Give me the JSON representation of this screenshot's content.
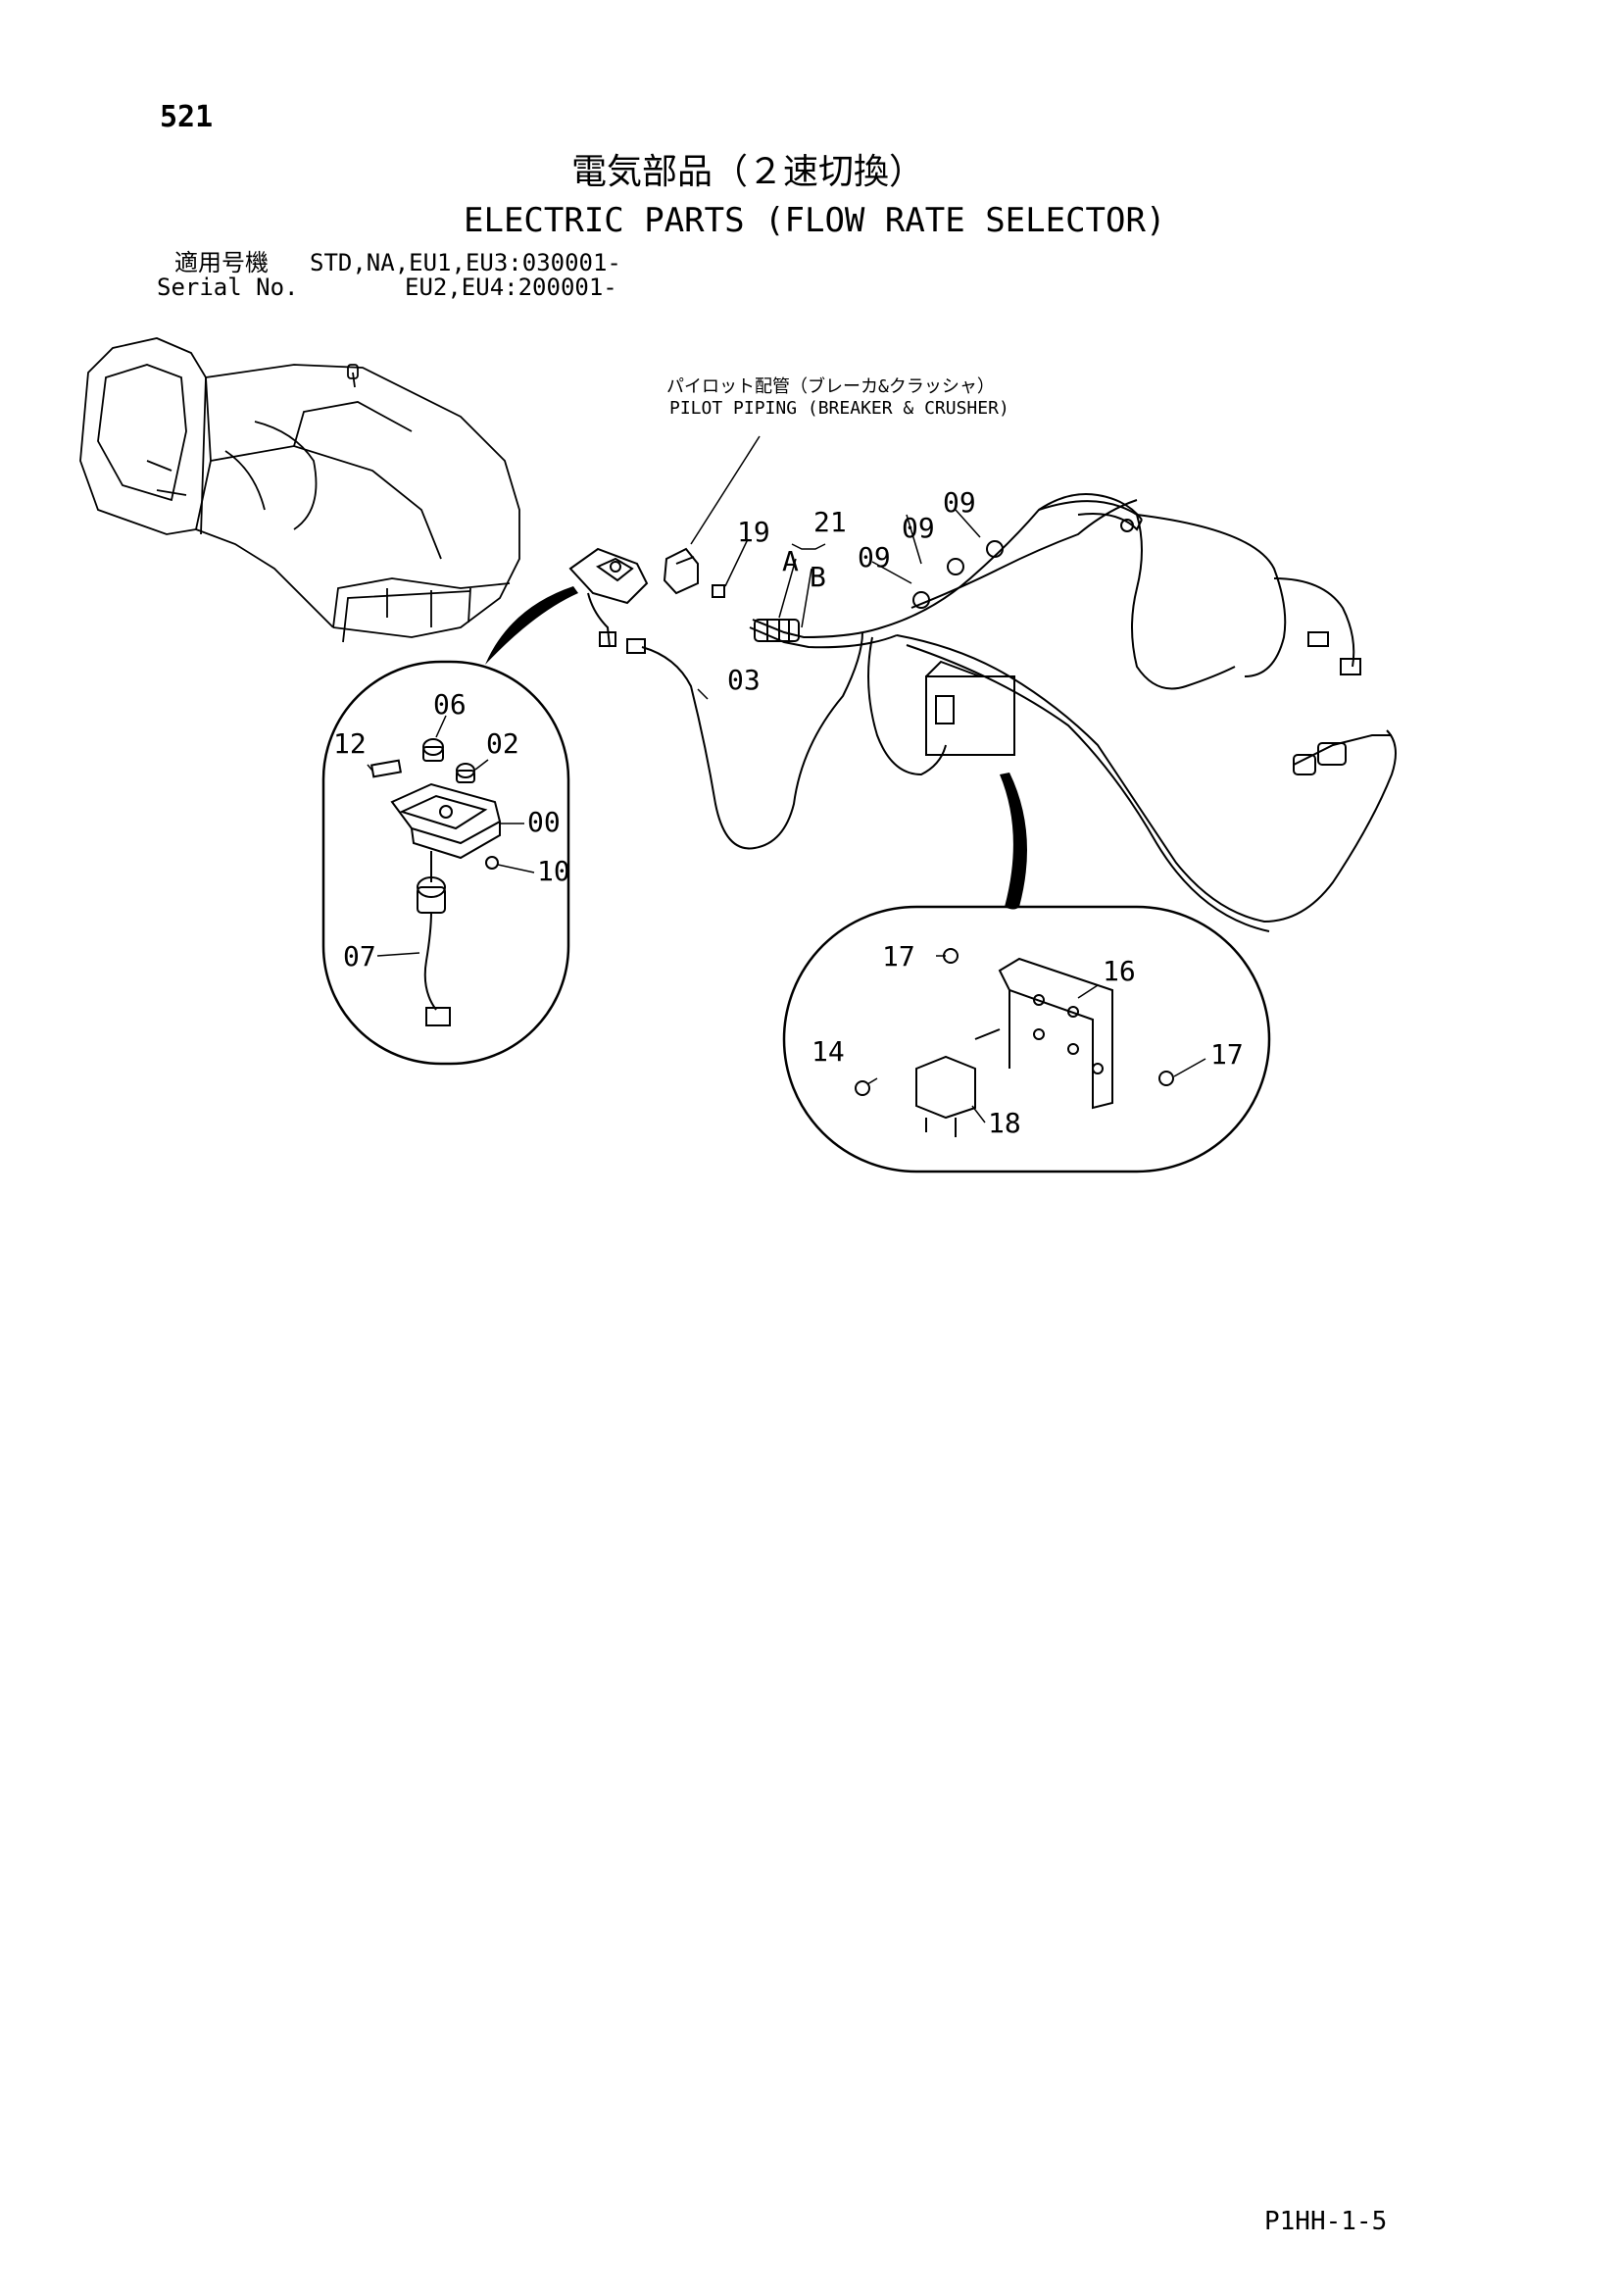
{
  "page_number": "521",
  "title_jp": "電気部品（２速切換）",
  "title_en": "ELECTRIC PARTS (FLOW RATE SELECTOR)",
  "serial": {
    "label_jp": "適用号機",
    "label_en": "Serial No.",
    "line1": "STD,NA,EU1,EU3:030001-",
    "line2": "EU2,EU4:200001-"
  },
  "callouts": {
    "pilot_piping_jp": "パイロット配管（ブレーカ&クラッシャ）",
    "pilot_piping_en": "PILOT  PIPING  (BREAKER & CRUSHER)",
    "p19": "19",
    "p21": "21",
    "pA": "A",
    "pB": "B",
    "p09a": "09",
    "p09b": "09",
    "p09c": "09",
    "p03": "03",
    "p06": "06",
    "p12": "12",
    "p02": "02",
    "p00": "00",
    "p10": "10",
    "p07": "07",
    "p17a": "17",
    "p16": "16",
    "p14": "14",
    "p17b": "17",
    "p18": "18"
  },
  "footer_code": "P1HH-1-5"
}
